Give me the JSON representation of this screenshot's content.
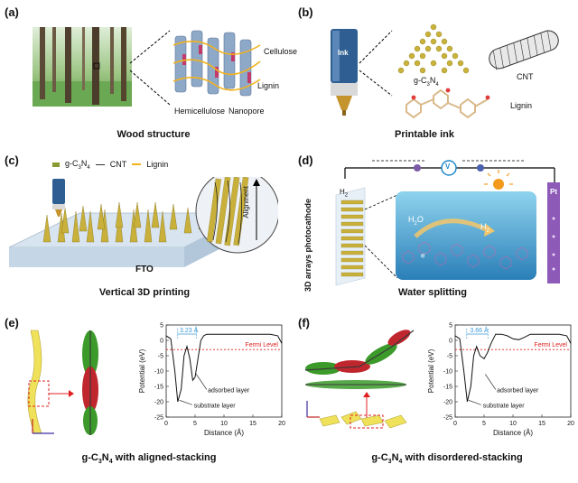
{
  "panels": {
    "a": {
      "label": "(a)",
      "caption": "Wood structure",
      "labels": [
        "Cellulose",
        "Lignin",
        "Hemicellulose",
        "Nanopore"
      ]
    },
    "b": {
      "label": "(b)",
      "caption": "Printable ink",
      "ink": "Ink",
      "g_prefix": "g-C",
      "g_sub1": "3",
      "g_mid": "N",
      "g_sub2": "4",
      "cnt": "CNT",
      "lignin": "Lignin"
    },
    "c": {
      "label": "(c)",
      "caption": "Vertical 3D printing",
      "legend_g_prefix": "g-C",
      "legend_g_sub1": "3",
      "legend_g_mid": "N",
      "legend_g_sub2": "4",
      "legend_cnt": "CNT",
      "legend_lignin": "Lignin",
      "fto": "FTO",
      "alignment": "Alignment"
    },
    "d": {
      "label": "(d)",
      "caption": "Water splitting",
      "side": "3D arrays photocathode",
      "h2_left": "H",
      "h2o": "H",
      "h2_mol": "H",
      "v": "V",
      "electron": "e",
      "pt": "Pt"
    },
    "e": {
      "label": "(e)",
      "caption_prefix": "g-C",
      "caption_sub1": "3",
      "caption_mid": "N",
      "caption_sub2": "4",
      "caption_suffix": " with aligned-stacking",
      "distance_label": "3.23 Å",
      "fermi": "Fermi Level",
      "adsorbed": "adsorbed layer",
      "substrate": "substrate layer",
      "ylabel": "Potential (eV)",
      "xlabel": "Distance (Å)",
      "yticks": [
        "5",
        "0",
        "-5",
        "-10",
        "-15",
        "-20",
        "-25"
      ],
      "xticks": [
        "0",
        "5",
        "10",
        "15",
        "20"
      ]
    },
    "f": {
      "label": "(f)",
      "caption_prefix": "g-C",
      "caption_sub1": "3",
      "caption_mid": "N",
      "caption_sub2": "4",
      "caption_suffix": " with disordered-stacking",
      "distance_label": "3.66 Å",
      "fermi": "Fermi Level",
      "adsorbed": "adsorbed layer",
      "substrate": "substrate layer",
      "ylabel": "Potential (eV)",
      "xlabel": "Distance (Å)",
      "yticks": [
        "5",
        "0",
        "-5",
        "-10",
        "-15",
        "-20",
        "-25"
      ],
      "xticks": [
        "0",
        "5",
        "10",
        "15",
        "20"
      ]
    }
  },
  "chart_data": [
    {
      "type": "line",
      "xlabel": "Distance (Å)",
      "ylabel": "Potential (eV)",
      "xlim": [
        0,
        20
      ],
      "ylim": [
        -25,
        5
      ],
      "fermi_level": -3,
      "x": [
        0,
        0.8,
        1.5,
        2.0,
        2.6,
        3.1,
        3.6,
        4.1,
        4.6,
        5.0,
        5.5,
        6.0,
        6.5,
        7.0,
        8.0,
        10.0,
        12.0,
        14.0,
        16.0,
        18.0,
        19.3,
        20.0
      ],
      "y": [
        1.5,
        0.5,
        -10,
        -20,
        -16,
        -5,
        -2,
        -6,
        -13,
        -12,
        -6,
        0,
        1.5,
        2,
        2,
        2,
        2,
        2,
        2,
        2,
        1.5,
        -1
      ]
    },
    {
      "type": "line",
      "xlabel": "Distance (Å)",
      "ylabel": "Potential (eV)",
      "xlim": [
        0,
        20
      ],
      "ylim": [
        -25,
        5
      ],
      "fermi_level": -3,
      "x": [
        0,
        0.8,
        1.5,
        2.1,
        2.7,
        3.2,
        3.7,
        4.3,
        5.0,
        5.6,
        6.2,
        7.0,
        8.0,
        9.0,
        10.0,
        11.0,
        12.0,
        13.0,
        14.0,
        16.0,
        18.0,
        19.3,
        20.0
      ],
      "y": [
        1.5,
        0.5,
        -10,
        -20,
        -15,
        -5,
        -2,
        -5,
        -6,
        -4,
        -1,
        2,
        2,
        1.5,
        0.5,
        0.2,
        1,
        2,
        2,
        2,
        2,
        1.5,
        -1
      ]
    }
  ]
}
